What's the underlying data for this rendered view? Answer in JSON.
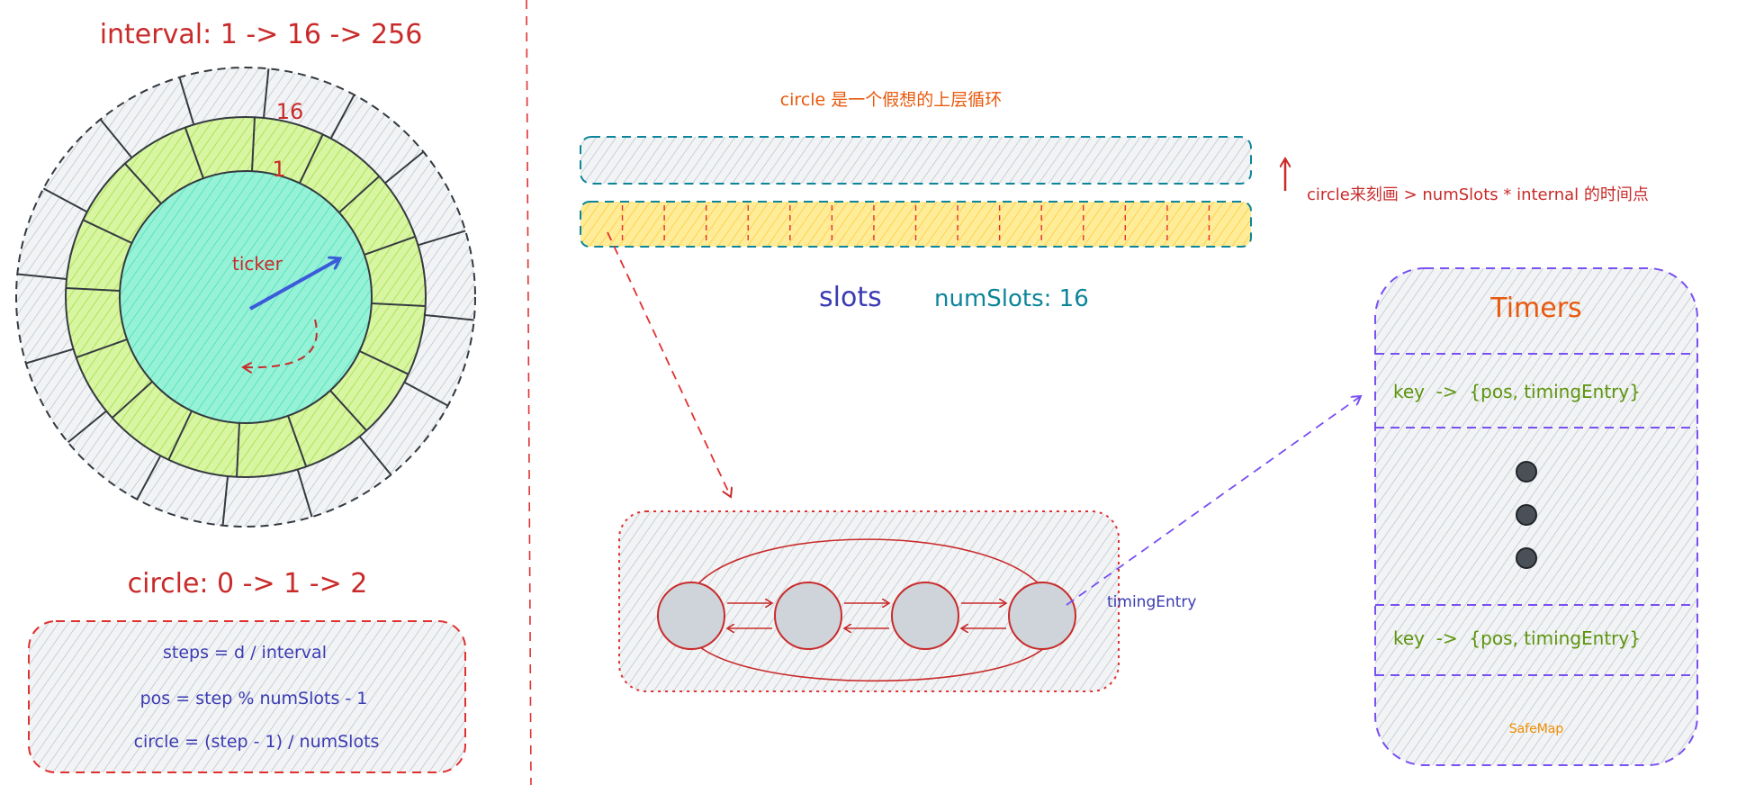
{
  "colors": {
    "red": "#c92a2a",
    "orange_red": "#e8590c",
    "blue": "#3b3bb3",
    "teal": "#0c8599",
    "green": "#5c940d",
    "orange": "#f08c00",
    "purple": "#7950f2",
    "gray_fill": "#e9ecef",
    "green_fill": "#b2f2bb",
    "teal_fill": "#63e6be",
    "yellow_fill": "#ffd43b",
    "node_fill": "#ced4da",
    "dark": "#343a40"
  },
  "wheel": {
    "interval_title": "interval: 1 -> 16 -> 256",
    "outer_ring_label": "16",
    "inner_ring_label": "1",
    "ticker_label": "ticker",
    "outer_segments": 16,
    "inner_segments": 16
  },
  "circle_panel": {
    "title": "circle: 0 -> 1 -> 2",
    "formulas": [
      "steps = d / interval",
      "pos = step % numSlots - 1",
      "circle = (step - 1) / numSlots"
    ]
  },
  "slots_area": {
    "circle_note": "circle 是一个假想的上层循环",
    "side_note": "circle来刻画 > numSlots * internal 的时间点",
    "slots_label": "slots",
    "num_slots_label": "numSlots: 16",
    "slot_count": 16
  },
  "list_area": {
    "timing_entry_label": "timingEntry",
    "node_count": 4
  },
  "timers": {
    "title": "Timers",
    "row_top": "key  ->  {pos, timingEntry}",
    "row_bottom": "key  ->  {pos, timingEntry}",
    "footer": "SafeMap",
    "ellipsis_dots": 3
  }
}
